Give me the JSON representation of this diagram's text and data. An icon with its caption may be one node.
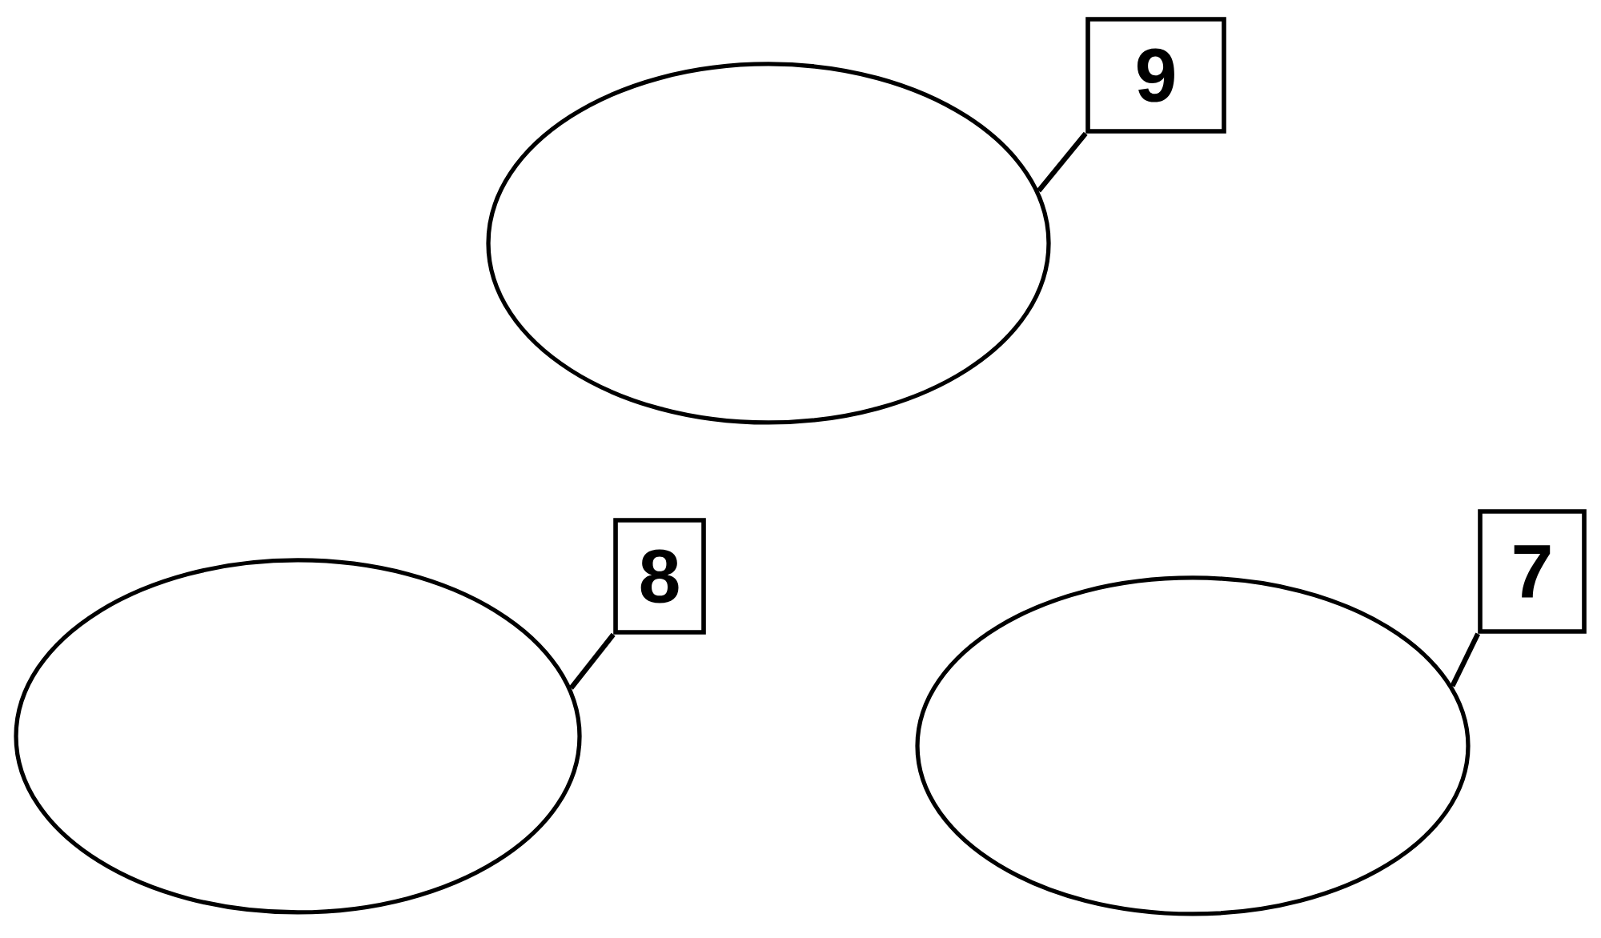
{
  "diagram": {
    "nodes": [
      {
        "text": [
          "9"
        ]
      },
      {
        "text": [],
        "shape": "ellipse"
      },
      {
        "text": [
          "8"
        ]
      },
      {
        "text": [],
        "shape": "ellipse"
      },
      {
        "text": [
          "7"
        ]
      },
      {
        "text": [],
        "shape": "ellipse"
      }
    ],
    "edges": [
      {
        "from": 0,
        "to": 1,
        "arrow": "none"
      },
      {
        "from": 2,
        "to": 3,
        "arrow": "none"
      },
      {
        "from": 4,
        "to": 5,
        "arrow": "none"
      }
    ]
  }
}
